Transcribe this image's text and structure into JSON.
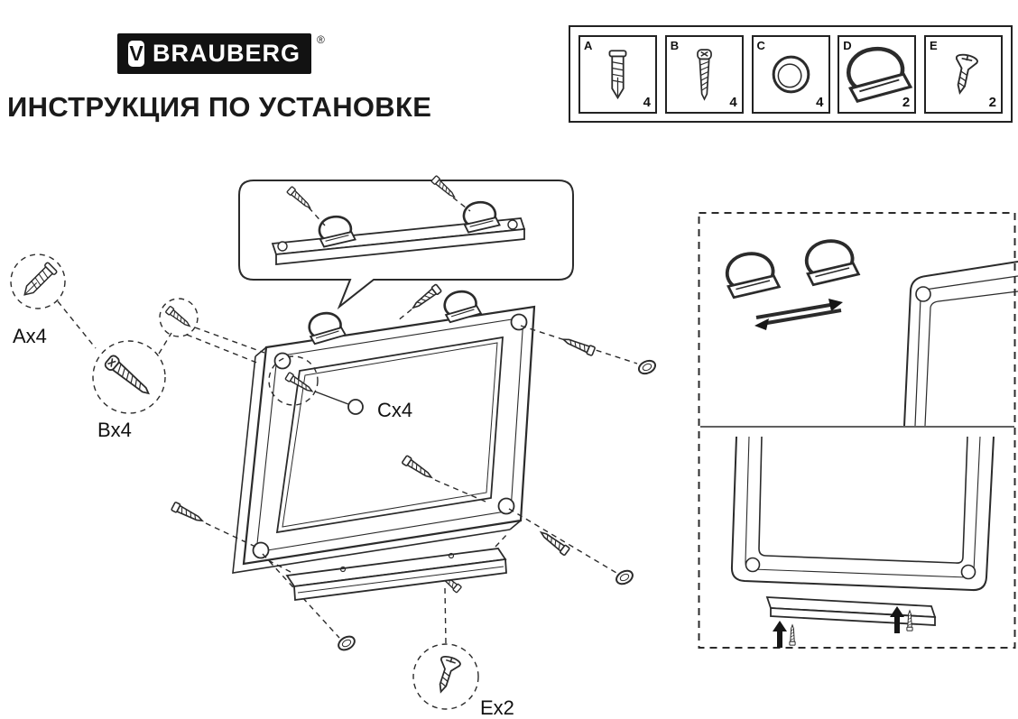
{
  "brand": {
    "name": "BRAUBERG",
    "registered": "®"
  },
  "header": {
    "title": "ИНСТРУКЦИЯ ПО УСТАНОВКЕ"
  },
  "parts": {
    "items": [
      {
        "letter": "A",
        "qty": "4",
        "icon": "wall-anchor-icon"
      },
      {
        "letter": "B",
        "qty": "4",
        "icon": "screw-icon"
      },
      {
        "letter": "C",
        "qty": "4",
        "icon": "corner-cap-ring-icon"
      },
      {
        "letter": "D",
        "qty": "2",
        "icon": "d-ring-hanger-icon"
      },
      {
        "letter": "E",
        "qty": "2",
        "icon": "countersunk-screw-icon"
      }
    ]
  },
  "diagram": {
    "labels": {
      "a": "Ax4",
      "b": "Bx4",
      "c": "Cx4",
      "e": "Ex2"
    }
  }
}
